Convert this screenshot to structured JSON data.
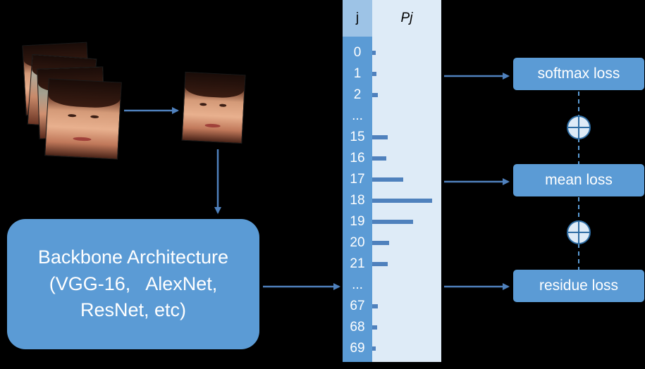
{
  "backbone": {
    "line1": "Backbone Architecture",
    "line2": "(VGG-16,   AlexNet,",
    "line3": "ResNet, etc)"
  },
  "table": {
    "j_header": "j",
    "p_header": "Pj",
    "rows": [
      {
        "j": "0",
        "p": 0.05
      },
      {
        "j": "1",
        "p": 0.06
      },
      {
        "j": "2",
        "p": 0.08
      },
      {
        "j": "...",
        "p": 0
      },
      {
        "j": "15",
        "p": 0.22
      },
      {
        "j": "16",
        "p": 0.2
      },
      {
        "j": "17",
        "p": 0.44
      },
      {
        "j": "18",
        "p": 0.85
      },
      {
        "j": "19",
        "p": 0.58
      },
      {
        "j": "20",
        "p": 0.24
      },
      {
        "j": "21",
        "p": 0.22
      },
      {
        "j": "...",
        "p": 0
      },
      {
        "j": "67",
        "p": 0.08
      },
      {
        "j": "68",
        "p": 0.07
      },
      {
        "j": "69",
        "p": 0.05
      }
    ]
  },
  "losses": {
    "softmax": "softmax loss",
    "mean": "mean loss",
    "residue": "residue loss"
  },
  "colors": {
    "box": "#5b9bd5",
    "j_header": "#9dc3e6",
    "p_column": "#deebf7",
    "bar": "#4f81bd",
    "arrow": "#4f81bd"
  }
}
